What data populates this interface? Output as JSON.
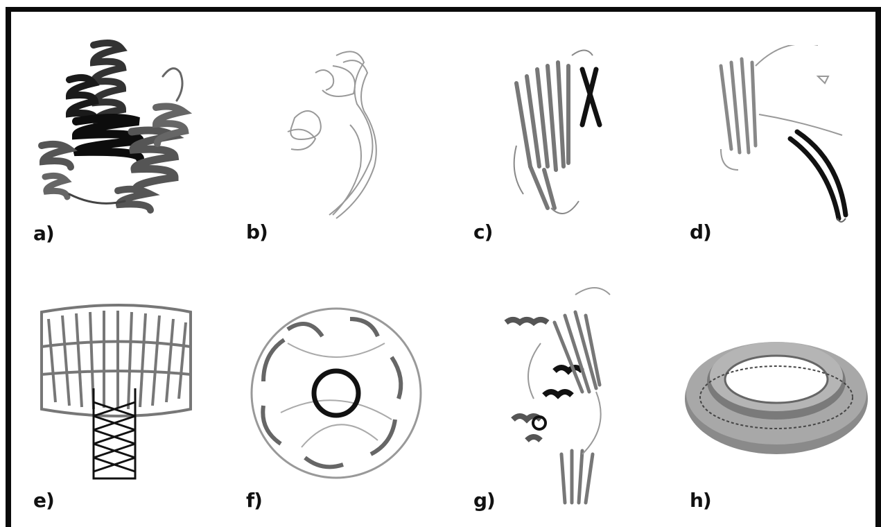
{
  "figure": {
    "panels": [
      {
        "id": "a",
        "label": "a)",
        "depiction": "alpha-helical-bundle"
      },
      {
        "id": "b",
        "label": "b)",
        "depiction": "elongated-beta-structure"
      },
      {
        "id": "c",
        "label": "c)",
        "depiction": "beta-sheet-domain"
      },
      {
        "id": "d",
        "label": "d)",
        "depiction": "beta-domain-with-hairpin"
      },
      {
        "id": "e",
        "label": "e)",
        "depiction": "heptameric-pore-side-view"
      },
      {
        "id": "f",
        "label": "f)",
        "depiction": "heptameric-pore-top-view"
      },
      {
        "id": "g",
        "label": "g)",
        "depiction": "mixed-alpha-beta-domain"
      },
      {
        "id": "h",
        "label": "h)",
        "depiction": "ring-oligomer-surface"
      }
    ]
  }
}
